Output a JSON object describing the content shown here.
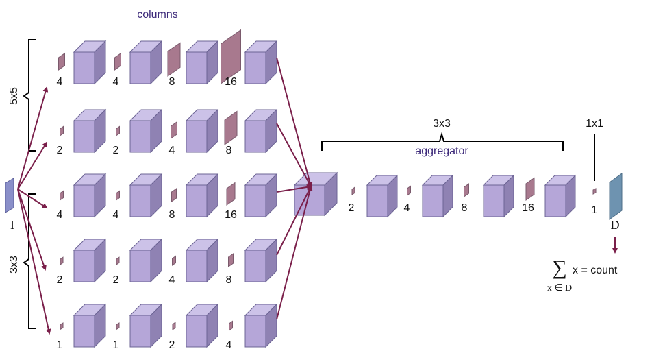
{
  "colors": {
    "cube_front": "#b5a6d8",
    "cube_top": "#ccc2e8",
    "cube_side": "#8f82b3",
    "cube_edge": "#6c6494",
    "kernel": "#a8798e",
    "kernel_edge": "#7a5a6c",
    "arrow": "#7a1f4a",
    "text_purple": "#3d2a7a",
    "output": "#6e93b0"
  },
  "labels": {
    "columns": "columns",
    "aggregator": "aggregator",
    "agg_kernel": "3x3",
    "out_kernel": "1x1",
    "group_5x5": "5x5",
    "group_3x3": "3x3",
    "input": "I",
    "output": "D",
    "sum_symbol": "∑",
    "sum_expr": "x = count",
    "sum_sub": "x ∈ D"
  },
  "columns": [
    {
      "row": "column-1",
      "dilations": [
        "4",
        "4",
        "8",
        "16"
      ]
    },
    {
      "row": "column-2",
      "dilations": [
        "2",
        "2",
        "4",
        "8"
      ]
    },
    {
      "row": "column-3",
      "dilations": [
        "4",
        "4",
        "8",
        "16"
      ]
    },
    {
      "row": "column-4",
      "dilations": [
        "2",
        "2",
        "4",
        "8"
      ]
    },
    {
      "row": "column-5",
      "dilations": [
        "1",
        "1",
        "2",
        "4"
      ]
    }
  ],
  "aggregator_dilations": [
    "2",
    "4",
    "8",
    "16"
  ],
  "final_dilation": "1"
}
